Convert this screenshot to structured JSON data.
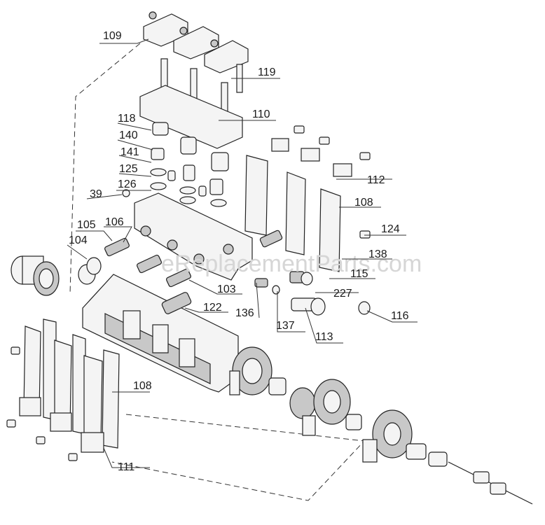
{
  "watermark": "eReplacementParts.com",
  "callouts": [
    "109",
    "119",
    "110",
    "118",
    "140",
    "141",
    "125",
    "126",
    "39",
    "112",
    "108",
    "124",
    "105",
    "106",
    "104",
    "138",
    "115",
    "227",
    "103",
    "122",
    "136",
    "116",
    "137",
    "113",
    "108",
    "111"
  ]
}
